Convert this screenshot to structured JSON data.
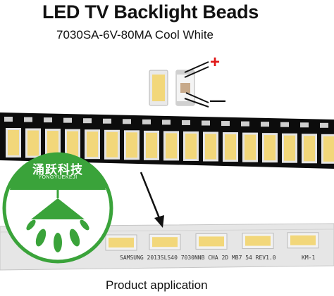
{
  "header": {
    "title": "LED TV Backlight Beads",
    "subtitle": "7030SA-6V-80MA Cool White"
  },
  "polarity": {
    "positive": "+",
    "negative": "—"
  },
  "logo": {
    "chinese": "涌跃科技",
    "pinyin": "YONGYUEKEJI"
  },
  "strip": {
    "marking": "SAMSUNG 2013SLS40 7030NNB CHA 2D MB7 54 REV1.0",
    "code": "KM-1"
  },
  "footer": {
    "caption": "Product application"
  },
  "colors": {
    "tape": "#0c0c0c",
    "led_phosphor": "#f2d77a",
    "logo_green": "#3aa33a",
    "plus": "#e01616"
  }
}
